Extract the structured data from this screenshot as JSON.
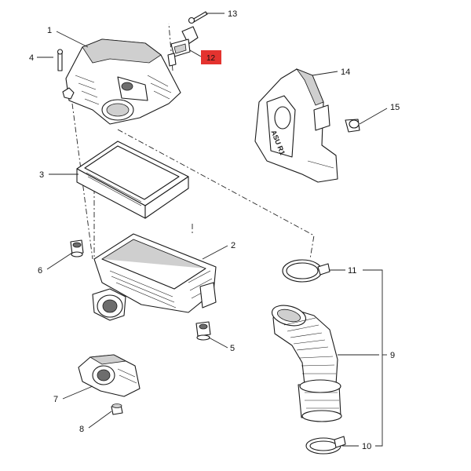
{
  "callouts": {
    "c1": "1",
    "c2": "2",
    "c3": "3",
    "c4": "4",
    "c5": "5",
    "c6": "6",
    "c7": "7",
    "c8": "8",
    "c9": "9",
    "c10": "10",
    "c11": "11",
    "c12": "12",
    "c13": "13",
    "c14": "14",
    "c15": "15"
  },
  "highlight_color": "#e4332f",
  "duct_marking": "ASU R1"
}
